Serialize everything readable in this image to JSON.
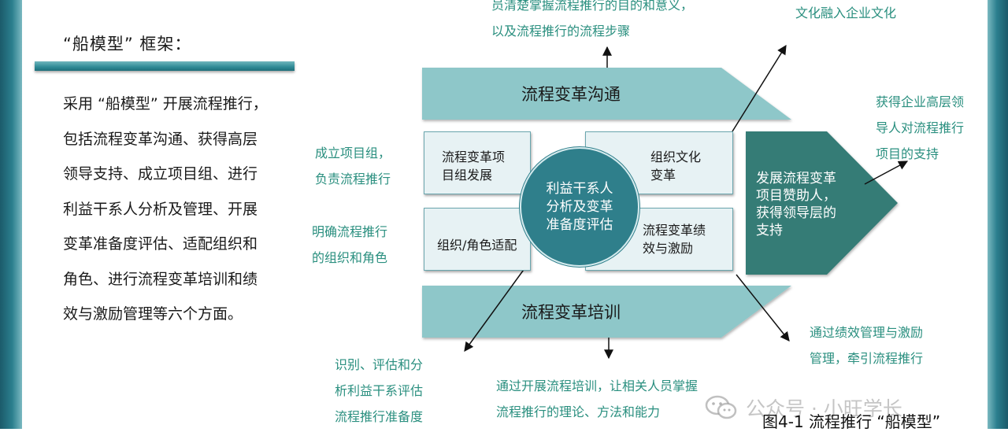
{
  "heading": "“船模型” 框架：",
  "body_lines": [
    "采用 “船模型” 开展流程推行，",
    "包括流程变革沟通、获得高层",
    "领导支持、成立项目组、进行",
    "利益干系人分析及管理、开展",
    "变革准备度评估、适配组织和",
    "角色、进行流程变革培训和绩",
    "效与激励管理等六个方面。"
  ],
  "diagram": {
    "top_band": "流程变革沟通",
    "bottom_band": "流程变革培训",
    "cell_top_left": [
      "流程变革项",
      "目组发展"
    ],
    "cell_top_right": [
      "组织文化",
      "变革"
    ],
    "cell_bottom_left": [
      "组织/角色适配"
    ],
    "cell_bottom_right": [
      "流程变革绩",
      "效与激励"
    ],
    "center": [
      "利益干系人",
      "分析及变革",
      "准备度评估"
    ],
    "bow": [
      "发展流程变革",
      "项目赞助人，",
      "获得领导层的",
      "支持"
    ]
  },
  "annotations": {
    "top_center": [
      "员清楚掌握流程推行的目的和意义，",
      "以及流程推行的流程步骤"
    ],
    "top_right": [
      "文化融入企业文化"
    ],
    "right": [
      "获得企业高层领",
      "导人对流程推行",
      "项目的支持"
    ],
    "left_top": [
      "成立项目组，",
      "负责流程推行"
    ],
    "left_mid": [
      "明确流程推行",
      "的组织和角色"
    ],
    "bottom_left": [
      "识别、评估和分",
      "析利益干系评估",
      "流程推行准备度"
    ],
    "bottom_center": [
      "通过开展流程培训，让相关人员掌握",
      "流程推行的理论、方法和能力"
    ],
    "bottom_right": [
      "通过绩效管理与激励",
      "管理，牵引流程推行"
    ]
  },
  "caption": "图4-1 流程推行 “船模型”",
  "watermark": "公众号 · 小旺学长",
  "colors": {
    "band": "#8ec7c9",
    "center_circle": "#2f7f8b",
    "bow": "#357b76",
    "annotation_text": "#2a8f7f",
    "accent_bar": "#2f8a95"
  },
  "icons": [
    "arrow-icon",
    "wechat-icon"
  ]
}
